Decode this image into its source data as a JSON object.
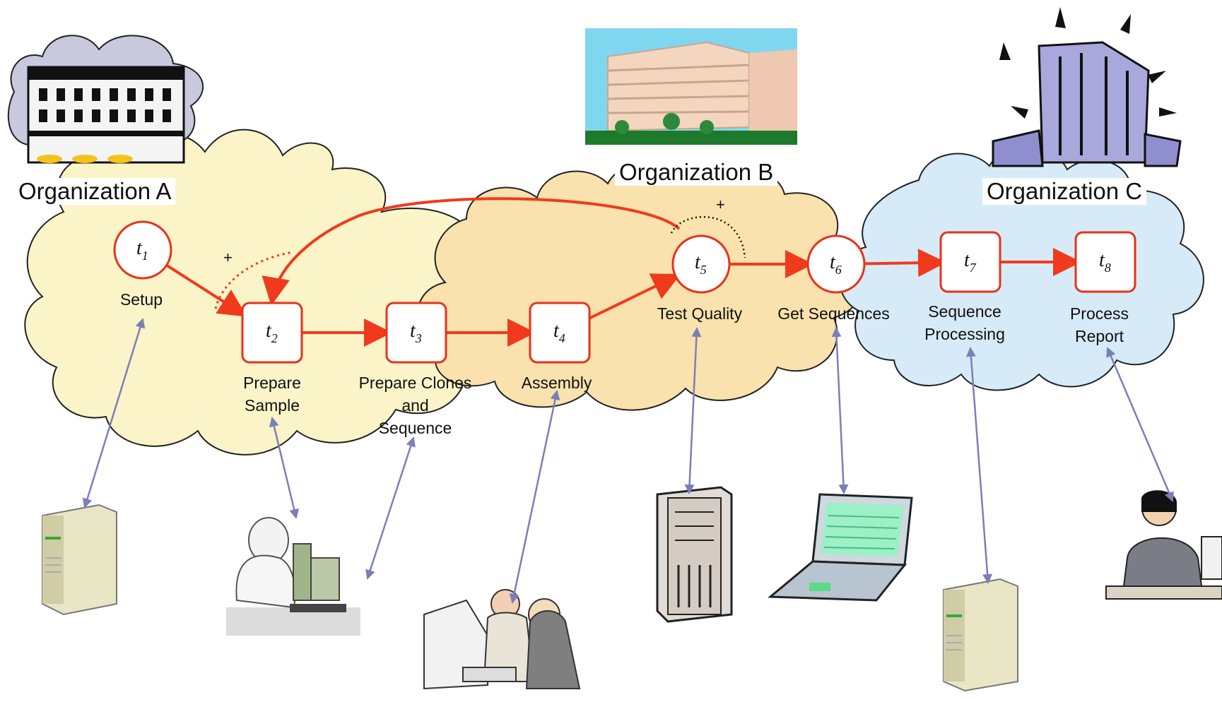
{
  "organizations": [
    {
      "id": "A",
      "label": "Organization A",
      "cloud_color": "#fbf4c8"
    },
    {
      "id": "B",
      "label": "Organization B",
      "cloud_color": "#f9e2ad"
    },
    {
      "id": "C",
      "label": "Organization C",
      "cloud_color": "#d6eaf8"
    }
  ],
  "tasks": [
    {
      "id": "t1",
      "symbol": "t",
      "sub": "1",
      "label_lines": [
        "Setup"
      ],
      "shape": "circle"
    },
    {
      "id": "t2",
      "symbol": "t",
      "sub": "2",
      "label_lines": [
        "Prepare",
        "Sample"
      ],
      "shape": "square"
    },
    {
      "id": "t3",
      "symbol": "t",
      "sub": "3",
      "label_lines": [
        "Prepare Clones",
        "and",
        "Sequence"
      ],
      "shape": "square"
    },
    {
      "id": "t4",
      "symbol": "t",
      "sub": "4",
      "label_lines": [
        "Assembly"
      ],
      "shape": "square"
    },
    {
      "id": "t5",
      "symbol": "t",
      "sub": "5",
      "label_lines": [
        "Test Quality"
      ],
      "shape": "circle"
    },
    {
      "id": "t6",
      "symbol": "t",
      "sub": "6",
      "label_lines": [
        "Get Sequences"
      ],
      "shape": "circle"
    },
    {
      "id": "t7",
      "symbol": "t",
      "sub": "7",
      "label_lines": [
        "Sequence",
        "Processing"
      ],
      "shape": "square"
    },
    {
      "id": "t8",
      "symbol": "t",
      "sub": "8",
      "label_lines": [
        "Process",
        "Report"
      ],
      "shape": "square"
    }
  ],
  "flow": [
    [
      "t1",
      "t2"
    ],
    [
      "t2",
      "t3"
    ],
    [
      "t3",
      "t4"
    ],
    [
      "t4",
      "t5"
    ],
    [
      "t5",
      "t6"
    ],
    [
      "t6",
      "t7"
    ],
    [
      "t7",
      "t8"
    ],
    [
      "t5",
      "t2"
    ]
  ],
  "loop_markers": [
    {
      "text": "+"
    },
    {
      "text": "+"
    }
  ],
  "resources": [
    {
      "type": "server",
      "icon": "server-icon",
      "task": "t1"
    },
    {
      "type": "lab-scientist",
      "icon": "scientist-microscope-icon",
      "task": "t2"
    },
    {
      "type": "lab-scientist",
      "icon": "scientist-microscope-icon",
      "task": "t3"
    },
    {
      "type": "workers",
      "icon": "office-workers-icon",
      "task": "t4"
    },
    {
      "type": "tower",
      "icon": "tower-computer-icon",
      "task": "t5"
    },
    {
      "type": "laptop",
      "icon": "laptop-icon",
      "task": "t6"
    },
    {
      "type": "server",
      "icon": "server-icon",
      "task": "t7"
    },
    {
      "type": "clerk",
      "icon": "office-clerk-icon",
      "task": "t8"
    }
  ],
  "colors": {
    "flow": "#f03a1c",
    "link": "#7b7fb8",
    "node_stroke": "#e8321a"
  }
}
